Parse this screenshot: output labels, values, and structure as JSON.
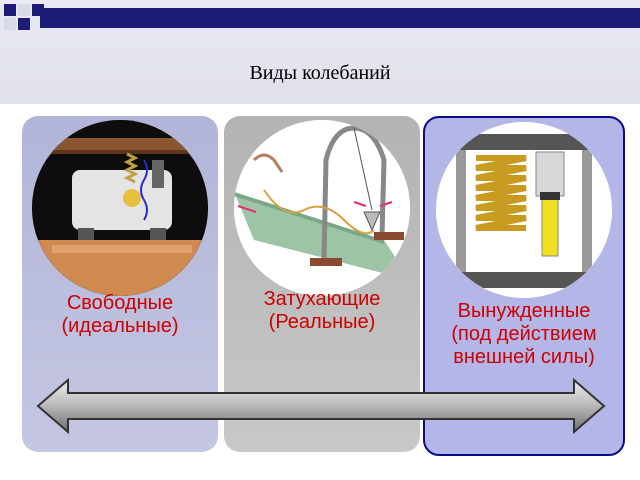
{
  "header": {
    "title": "Виды колебаний",
    "accent_color": "#1c1c78"
  },
  "panels": [
    {
      "label_line1": "Свободные",
      "label_line2": "(идеальные)",
      "image_icon": "spring-pendulum-icon",
      "background": "#b2b5d8"
    },
    {
      "label_line1": "Затухающие",
      "label_line2": "(Реальные)",
      "image_icon": "damped-pendulum-icon",
      "background": "#b3b3b3"
    },
    {
      "label_line1": "Вынужденные",
      "label_line2": "(под действием",
      "label_line3": "внешней силы)",
      "image_icon": "forced-spring-icon",
      "background": "#b4b6e8"
    }
  ],
  "arrow_icon": "double-headed-arrow-icon",
  "label_color": "#cc0000"
}
